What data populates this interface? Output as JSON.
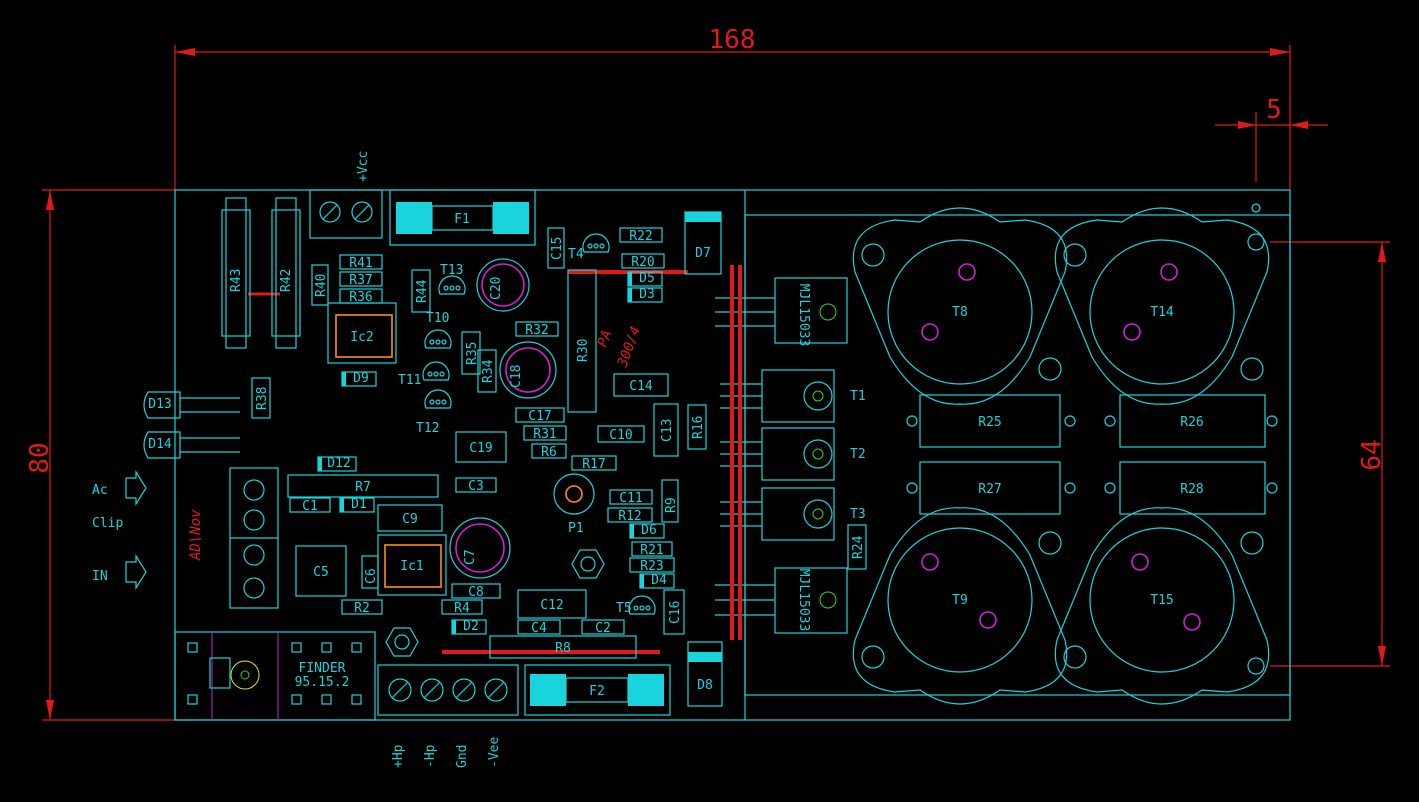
{
  "dimensions": {
    "width": "168",
    "height": "80",
    "tab": "5",
    "hole_spacing": "64"
  },
  "connectors": {
    "top": "+Vcc",
    "bottom": [
      "+Hp",
      "-Hp",
      "Gnd",
      "-Vee"
    ],
    "left": [
      "Ac",
      "Clip",
      "IN"
    ]
  },
  "relay": {
    "name": "FINDER",
    "model": "95.15.2"
  },
  "author": "AD\\Nov",
  "regulator": {
    "name": "PA",
    "model": "300/4"
  },
  "fuses": [
    "F1",
    "F2"
  ],
  "ics": [
    "Ic2",
    "Ic1"
  ],
  "power_transistors": [
    "T8",
    "T14",
    "T9",
    "T15"
  ],
  "driver_transistors": [
    "T1",
    "T2",
    "T3"
  ],
  "big_resistors": [
    "R25",
    "R26",
    "R27",
    "R28"
  ],
  "small_transistors": [
    "T13",
    "T10",
    "T11",
    "T12",
    "T4",
    "T5"
  ],
  "diodes": [
    "D7",
    "D8",
    "D13",
    "D14",
    "D12",
    "D9",
    "D5",
    "D3",
    "D6",
    "D4",
    "D1",
    "D2"
  ],
  "resistors": [
    {
      "id": "r43",
      "text": "R43"
    },
    {
      "id": "r42",
      "text": "R42"
    },
    {
      "id": "r40",
      "text": "R40"
    },
    {
      "id": "r41",
      "text": "R41"
    },
    {
      "id": "r37",
      "text": "R37"
    },
    {
      "id": "r36",
      "text": "R36"
    },
    {
      "id": "r44",
      "text": "R44"
    },
    {
      "id": "r38",
      "text": "R38"
    },
    {
      "id": "r35",
      "text": "R35"
    },
    {
      "id": "r34",
      "text": "R34"
    },
    {
      "id": "r32",
      "text": "R32"
    },
    {
      "id": "r31",
      "text": "R31"
    },
    {
      "id": "r30",
      "text": "R30"
    },
    {
      "id": "r22",
      "text": "R22"
    },
    {
      "id": "r20",
      "text": "R20"
    },
    {
      "id": "r6",
      "text": "R6"
    },
    {
      "id": "r17",
      "text": "R17"
    },
    {
      "id": "r7",
      "text": "R7"
    },
    {
      "id": "r12",
      "text": "R12"
    },
    {
      "id": "r9",
      "text": "R9"
    },
    {
      "id": "r21",
      "text": "R21"
    },
    {
      "id": "r23",
      "text": "R23"
    },
    {
      "id": "r2",
      "text": "R2"
    },
    {
      "id": "r4",
      "text": "R4"
    },
    {
      "id": "r8",
      "text": "R8"
    },
    {
      "id": "r24",
      "text": "R24"
    },
    {
      "id": "r16",
      "text": "R16"
    }
  ],
  "capacitors": [
    {
      "id": "c20",
      "text": "C20"
    },
    {
      "id": "c15",
      "text": "C15"
    },
    {
      "id": "c18",
      "text": "C18"
    },
    {
      "id": "c14",
      "text": "C14"
    },
    {
      "id": "c17",
      "text": "C17"
    },
    {
      "id": "c10",
      "text": "C10"
    },
    {
      "id": "c13",
      "text": "C13"
    },
    {
      "id": "c19",
      "text": "C19"
    },
    {
      "id": "c3",
      "text": "C3"
    },
    {
      "id": "c1",
      "text": "C1"
    },
    {
      "id": "c9",
      "text": "C9"
    },
    {
      "id": "c11",
      "text": "C11"
    },
    {
      "id": "c5",
      "text": "C5"
    },
    {
      "id": "c6",
      "text": "C6"
    },
    {
      "id": "c7",
      "text": "C7"
    },
    {
      "id": "c8",
      "text": "C8"
    },
    {
      "id": "c12",
      "text": "C12"
    },
    {
      "id": "c4",
      "text": "C4"
    },
    {
      "id": "c2",
      "text": "C2"
    },
    {
      "id": "c16",
      "text": "C16"
    }
  ],
  "trimmer": "P1",
  "transistor_part": "MJL15033",
  "colors": {
    "outline": "#19d4dc",
    "dimension": "#e01a1a",
    "pad": "#d020d0",
    "ic_body": "#ff8c1a",
    "background": "#000000"
  }
}
